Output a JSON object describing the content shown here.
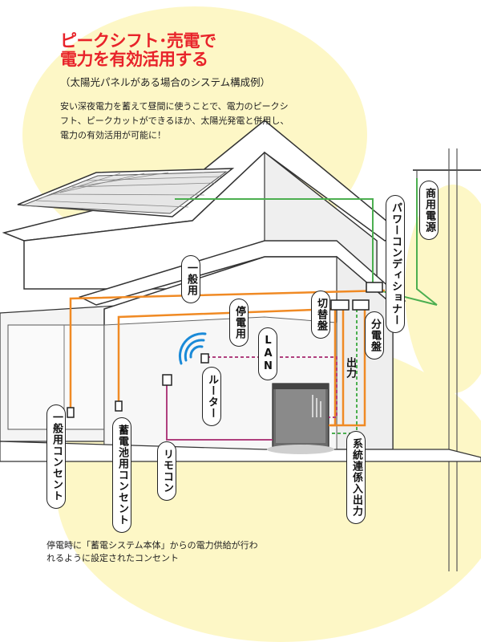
{
  "title_line1": "ピークシフト･売電で",
  "title_line2": "電力を有効活用する",
  "subtitle": "（太陽光パネルがある場合のシステム構成例）",
  "description": "安い深夜電力を蓄えて昼間に使うことで、電力のピークシフト、ピークカットができるほか、太陽光発電と併用し、電力の有効活用が可能に！",
  "labels": {
    "commercial_power": "商用電源",
    "power_conditioner": "パワーコンディショナー",
    "general": "一般用",
    "outage": "停電用",
    "switchboard": "切替盤",
    "distribution_board": "分電盤",
    "lan": "LAN",
    "output": "出力",
    "router": "ルーター",
    "general_outlet": "一般用コンセント",
    "battery_outlet": "蓄電池用コンセント",
    "remote": "リモコン",
    "grid_io": "系統連係入出力"
  },
  "footnote": "停電時に「蓄電システム本体」からの電力供給が行われるように設定されたコンセント",
  "colors": {
    "title_red": "#e8232a",
    "line_green": "#4caf50",
    "line_orange": "#f08a24",
    "line_purple": "#b0407e",
    "wifi_blue": "#1a8ad8",
    "background_yellow": "#fdf7c6"
  }
}
